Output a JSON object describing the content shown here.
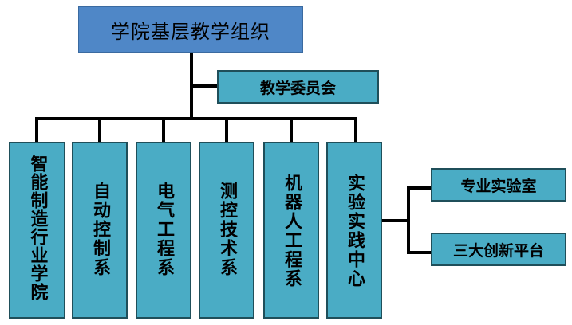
{
  "root": {
    "label": "学院基层教学组织"
  },
  "committee": {
    "label": "教学委员会"
  },
  "departments": [
    {
      "label": "智能制造行业学院"
    },
    {
      "label": "自动控制系"
    },
    {
      "label": "电气工程系"
    },
    {
      "label": "测控技术系"
    },
    {
      "label": "机器人工程系"
    },
    {
      "label": "实验实践中心"
    }
  ],
  "lab_children": [
    {
      "label": "专业实验室"
    },
    {
      "label": "三大创新平台"
    }
  ],
  "colors": {
    "root_fill": "#4f87c7",
    "node_fill": "#4aacc5",
    "node_border": "#1f4f5a",
    "connector": "#000000"
  }
}
